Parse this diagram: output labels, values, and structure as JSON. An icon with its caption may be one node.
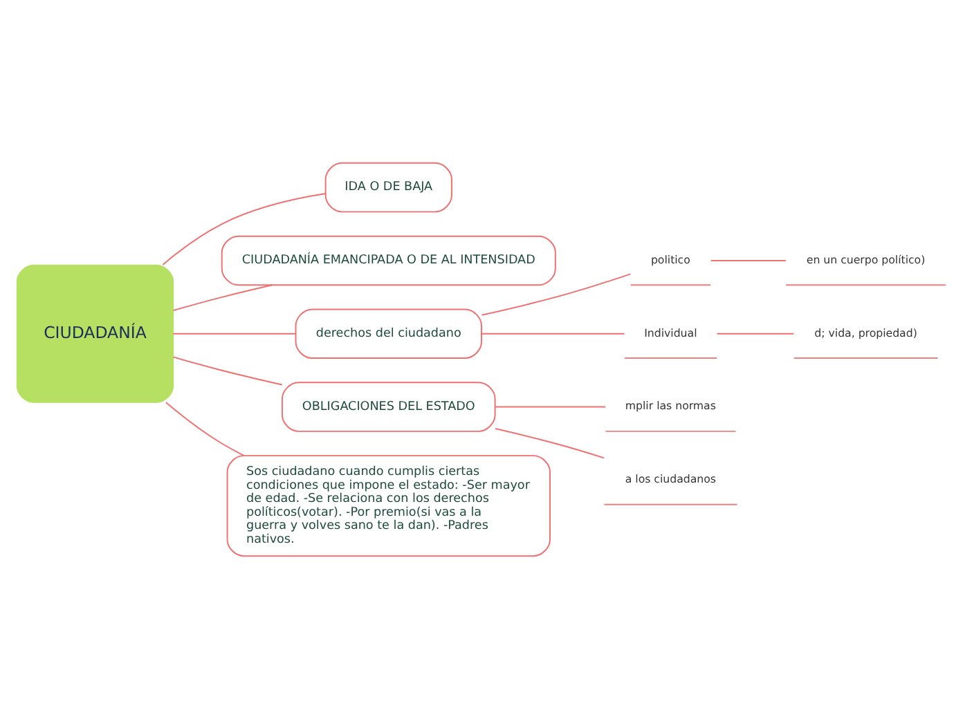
{
  "diagram": {
    "nodes": [
      {
        "text": [
          "CIUDADANÍA"
        ]
      },
      {
        "text": [
          "IDA O DE BAJA"
        ]
      },
      {
        "text": [
          "CIUDADANÍA EMANCIPADA O DE AL INTENSIDAD"
        ]
      },
      {
        "text": [
          "derechos del ciudadano"
        ]
      },
      {
        "text": [
          "politico"
        ]
      },
      {
        "text": [
          "Individual"
        ]
      },
      {
        "text": [
          "en un cuerpo político)"
        ]
      },
      {
        "text": [
          "d; vida, propiedad)"
        ]
      },
      {
        "text": [
          "OBLIGACIONES DEL ESTADO"
        ]
      },
      {
        "text": [
          "mplir las normas"
        ]
      },
      {
        "text": [
          "a los ciudadanos"
        ]
      },
      {
        "text": [
          "Sos ciudadano cuando cumplis ciertas condiciones que impone el estado: -Ser mayor de edad. -Se relaciona con los derechos políticos(votar). -Por premio(si vas a la guerra y volves sano te la dan). -Padres nativos."
        ]
      }
    ],
    "edges": [
      {
        "from": 0,
        "to": 1,
        "arrow": "none"
      },
      {
        "from": 0,
        "to": 2,
        "arrow": "none"
      },
      {
        "from": 0,
        "to": 3,
        "arrow": "none"
      },
      {
        "from": 3,
        "to": 4,
        "arrow": "none"
      },
      {
        "from": 3,
        "to": 5,
        "arrow": "none"
      },
      {
        "from": 4,
        "to": 6,
        "arrow": "none"
      },
      {
        "from": 5,
        "to": 7,
        "arrow": "none"
      },
      {
        "from": 0,
        "to": 8,
        "arrow": "none"
      },
      {
        "from": 8,
        "to": 9,
        "arrow": "none"
      },
      {
        "from": 8,
        "to": 10,
        "arrow": "none"
      },
      {
        "from": 0,
        "to": 11,
        "arrow": "none"
      }
    ]
  }
}
